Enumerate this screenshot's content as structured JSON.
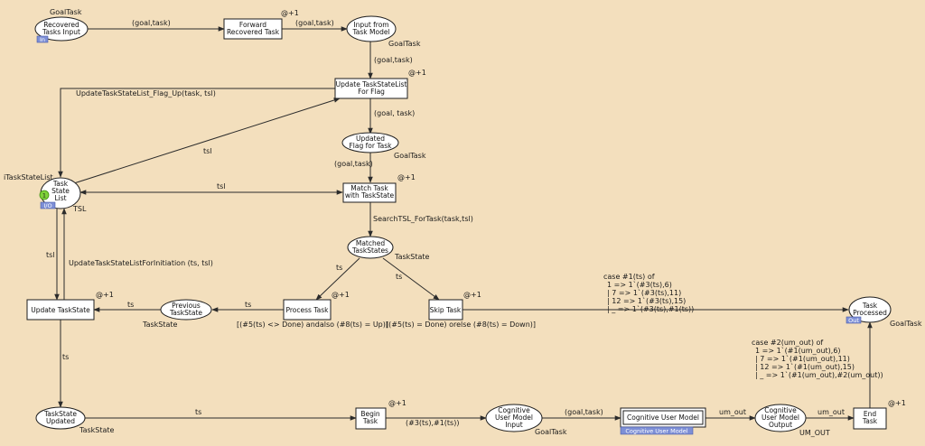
{
  "places": {
    "recovered_tasks_input": {
      "label": "Recovered Tasks Input",
      "type": "GoalTask",
      "port": "In"
    },
    "input_from_task_model": {
      "label": "Input from Task Model",
      "type": "GoalTask"
    },
    "updated_flag_for_task": {
      "label": "Updated Flag for Task",
      "type": "GoalTask"
    },
    "task_state_list": {
      "label": "Task State List",
      "type": "iTaskStateList",
      "port": "I/O",
      "marking": "1",
      "initial": "TSL"
    },
    "matched_taskstates": {
      "label": "Matched TaskStates",
      "type": "TaskState"
    },
    "previous_taskstate": {
      "label": "Previous TaskState",
      "type": "TaskState"
    },
    "taskstate_updated": {
      "label": "TaskState Updated",
      "type": "TaskState"
    },
    "task_processed": {
      "label": "Task Processed",
      "type": "GoalTask",
      "port": "Out"
    },
    "cognitive_user_model_input": {
      "label": "Cognitive User Model Input",
      "type": "GoalTask"
    },
    "cognitive_user_model_output": {
      "label": "Cognitive User Model Output",
      "type": "UM_OUT"
    }
  },
  "transitions": {
    "forward_recovered_task": {
      "label": "Forward Recovered Task",
      "time": "@+1"
    },
    "update_taskstatelist_for_flag": {
      "label": "Update TaskStateList For Flag",
      "time": "@+1"
    },
    "match_task_with_taskstate": {
      "label": "Match Task with TaskState",
      "time": "@+1"
    },
    "process_task": {
      "label": "Process Task",
      "time": "@+1",
      "guard": "[(#5(ts) <> Done) andalso (#8(ts) = Up)]"
    },
    "skip_task": {
      "label": "Skip Task",
      "time": "@+1",
      "guard": "[(#5(ts) = Done) orelse (#8(ts) = Down)]"
    },
    "update_taskstate": {
      "label": "Update TaskState",
      "time": "@+1"
    },
    "begin_task": {
      "label": "Begin Task",
      "time": "@+1"
    },
    "end_task": {
      "label": "End Task",
      "time": "@+1"
    },
    "cognitive_user_model": {
      "label": "Cognitive User Model",
      "subpage": "Cognitive User Model"
    }
  },
  "arcs": {
    "goal_task": "(goal,task)",
    "goal_task_sp": "(goal, task)",
    "tsl": "tsl",
    "update_flag_up": "UpdateTaskStateList_Flag_Up(task, tsl)",
    "search_tsl": "SearchTSL_ForTask(task,tsl)",
    "ts": "ts",
    "update_for_init": "UpdateTaskStateListForInitiation (ts, tsl)",
    "begin_out": "(#3(ts),#1(ts))",
    "um_out": "um_out",
    "skip_case": [
      "case #1(ts) of",
      "  1 => 1`(#3(ts),6)",
      "| 7 => 1`(#3(ts),11)",
      "| 12 => 1`(#3(ts),15)",
      "| _ => 1`(#3(ts),#1(ts))"
    ],
    "end_case": [
      "case #2(um_out) of",
      "  1 => 1`(#1(um_out),6)",
      "| 7 => 1`(#1(um_out),11)",
      "| 12 => 1`(#1(um_out),15)",
      "| _ => 1`(#1(um_out),#2(um_out))"
    ]
  }
}
